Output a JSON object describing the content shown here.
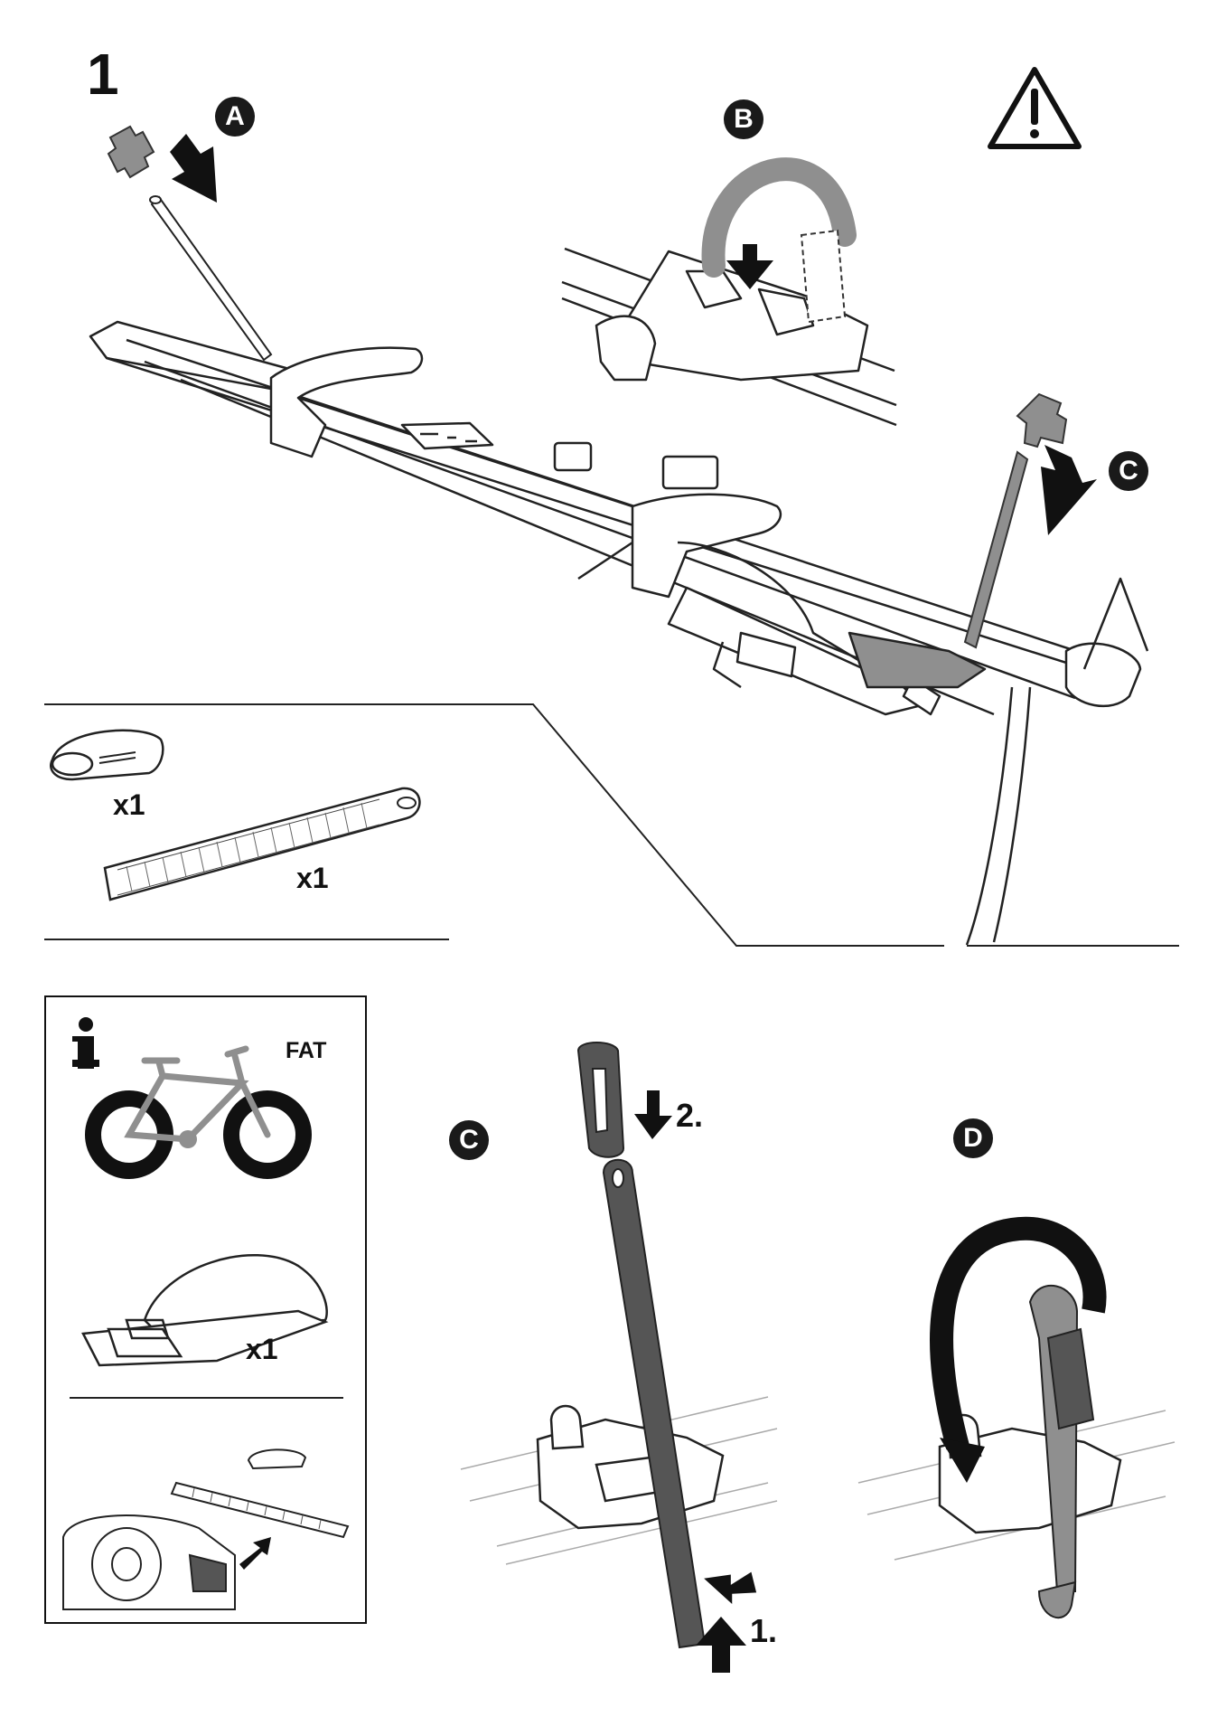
{
  "step": "1",
  "labels": {
    "a": "A",
    "b": "B",
    "c_top": "C",
    "c_bottom": "C",
    "d": "D"
  },
  "parts": {
    "spacer_qty": "x1",
    "strap_qty": "x1"
  },
  "info": {
    "fat_label": "FAT",
    "pad_qty": "x1"
  },
  "substeps": {
    "first": "1.",
    "second": "2."
  },
  "colors": {
    "ink": "#1a1a1a",
    "gray_part": "#8f8f8f",
    "dark_part": "#555555"
  }
}
